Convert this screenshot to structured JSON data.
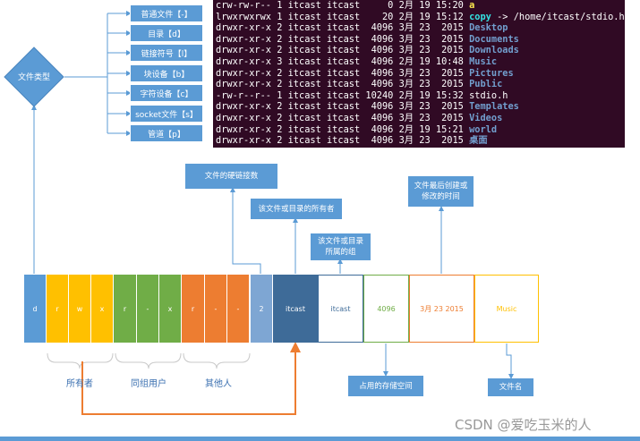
{
  "file_types": {
    "title": "文件类型",
    "items": [
      "普通文件【-】",
      "目录【d】",
      "链接符号【l】",
      "块设备【b】",
      "字符设备【c】",
      "socket文件【s】",
      "管道【p】"
    ]
  },
  "terminal": {
    "lines": [
      {
        "perm": "crw-rw-r--",
        "links": "1",
        "owner": "itcast",
        "group": "itcast",
        "size": "0",
        "month": "2月",
        "day": "19",
        "time": "15:20",
        "name": "a",
        "color": "yellow"
      },
      {
        "perm": "lrwxrwxrwx",
        "links": "1",
        "owner": "itcast",
        "group": "itcast",
        "size": "20",
        "month": "2月",
        "day": "19",
        "time": "15:12",
        "name": "copy",
        "target": "-> /home/itcast/stdio.h",
        "color": "cyan"
      },
      {
        "perm": "drwxr-xr-x",
        "links": "2",
        "owner": "itcast",
        "group": "itcast",
        "size": "4096",
        "month": "3月",
        "day": "23",
        "time": "2015",
        "name": "Desktop",
        "color": "blue"
      },
      {
        "perm": "drwxr-xr-x",
        "links": "2",
        "owner": "itcast",
        "group": "itcast",
        "size": "4096",
        "month": "3月",
        "day": "23",
        "time": "2015",
        "name": "Documents",
        "color": "blue"
      },
      {
        "perm": "drwxr-xr-x",
        "links": "2",
        "owner": "itcast",
        "group": "itcast",
        "size": "4096",
        "month": "3月",
        "day": "23",
        "time": "2015",
        "name": "Downloads",
        "color": "blue"
      },
      {
        "perm": "drwxr-xr-x",
        "links": "3",
        "owner": "itcast",
        "group": "itcast",
        "size": "4096",
        "month": "2月",
        "day": "19",
        "time": "10:48",
        "name": "Music",
        "color": "blue"
      },
      {
        "perm": "drwxr-xr-x",
        "links": "2",
        "owner": "itcast",
        "group": "itcast",
        "size": "4096",
        "month": "3月",
        "day": "23",
        "time": "2015",
        "name": "Pictures",
        "color": "blue"
      },
      {
        "perm": "drwxr-xr-x",
        "links": "2",
        "owner": "itcast",
        "group": "itcast",
        "size": "4096",
        "month": "3月",
        "day": "23",
        "time": "2015",
        "name": "Public",
        "color": "blue"
      },
      {
        "perm": "-rw-r--r--",
        "links": "1",
        "owner": "itcast",
        "group": "itcast",
        "size": "10240",
        "month": "2月",
        "day": "19",
        "time": "15:32",
        "name": "stdio.h",
        "color": "white"
      },
      {
        "perm": "drwxr-xr-x",
        "links": "2",
        "owner": "itcast",
        "group": "itcast",
        "size": "4096",
        "month": "3月",
        "day": "23",
        "time": "2015",
        "name": "Templates",
        "color": "blue"
      },
      {
        "perm": "drwxr-xr-x",
        "links": "2",
        "owner": "itcast",
        "group": "itcast",
        "size": "4096",
        "month": "3月",
        "day": "23",
        "time": "2015",
        "name": "Videos",
        "color": "blue"
      },
      {
        "perm": "drwxr-xr-x",
        "links": "2",
        "owner": "itcast",
        "group": "itcast",
        "size": "4096",
        "month": "2月",
        "day": "19",
        "time": "15:21",
        "name": "world",
        "color": "blue"
      },
      {
        "perm": "drwxr-xr-x",
        "links": "2",
        "owner": "itcast",
        "group": "itcast",
        "size": "4096",
        "month": "3月",
        "day": "23",
        "time": "2015",
        "name": "桌面",
        "color": "blue"
      }
    ]
  },
  "callouts": {
    "hardlinks": "文件的硬链接数",
    "owner": "该文件或目录的所有者",
    "group": "该文件或目录所属的组",
    "mtime": "文件最后创建或修改的时间",
    "size": "占用的存储空间",
    "filename": "文件名"
  },
  "row": {
    "type": "d",
    "owner_perm": [
      "r",
      "w",
      "x"
    ],
    "group_perm": [
      "r",
      "-",
      "x"
    ],
    "other_perm": [
      "r",
      "-",
      "-"
    ],
    "links": "2",
    "owner": "itcast",
    "group": "itcast",
    "size": "4096",
    "date": "3月 23 2015",
    "name": "Music"
  },
  "brace_labels": {
    "owner": "所有者",
    "group": "同组用户",
    "other": "其他人"
  },
  "watermark": "CSDN @爱吃玉米的人",
  "colors": {
    "blue": "#5b9bd5",
    "yellow": "#ffc000",
    "green": "#70ad47",
    "orange": "#ed7d31",
    "navy": "#44546a",
    "dark_blue": "#2f5f8f",
    "arrow_orange": "#ed7d31",
    "terminal_bg": "#300a24"
  }
}
